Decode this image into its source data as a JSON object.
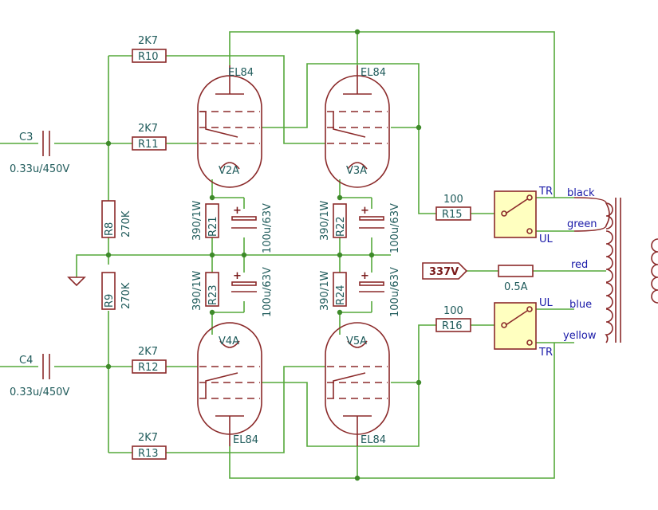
{
  "tubes": {
    "v2a": {
      "type": "EL84",
      "ref": "V2A"
    },
    "v3a": {
      "type": "EL84",
      "ref": "V3A"
    },
    "v4a": {
      "type": "EL84",
      "ref": "V4A"
    },
    "v5a": {
      "type": "EL84",
      "ref": "V5A"
    }
  },
  "capacitors": {
    "c3": {
      "ref": "C3",
      "value": "0.33u/450V"
    },
    "c4": {
      "ref": "C4",
      "value": "0.33u/450V"
    },
    "cathode_value": "100u/63V"
  },
  "resistors": {
    "r10": {
      "ref": "R10",
      "value": "2K7"
    },
    "r11": {
      "ref": "R11",
      "value": "2K7"
    },
    "r12": {
      "ref": "R12",
      "value": "2K7"
    },
    "r13": {
      "ref": "R13",
      "value": "2K7"
    },
    "r8": {
      "ref": "R8",
      "value": "270K"
    },
    "r9": {
      "ref": "R9",
      "value": "270K"
    },
    "r21": {
      "ref": "R21",
      "value": "390/1W"
    },
    "r22": {
      "ref": "R22",
      "value": "390/1W"
    },
    "r23": {
      "ref": "R23",
      "value": "390/1W"
    },
    "r24": {
      "ref": "R24",
      "value": "390/1W"
    },
    "r15": {
      "ref": "R15",
      "value": "100"
    },
    "r16": {
      "ref": "R16",
      "value": "100"
    }
  },
  "switches": {
    "top": {
      "tr": "TR",
      "ul": "UL"
    },
    "bottom": {
      "tr": "TR",
      "ul": "UL"
    }
  },
  "supply": {
    "label": "337V",
    "fuse": "0.5A"
  },
  "transformer_leads": {
    "black": "black",
    "green": "green",
    "red": "red",
    "blue": "blue",
    "yellow": "yellow"
  }
}
